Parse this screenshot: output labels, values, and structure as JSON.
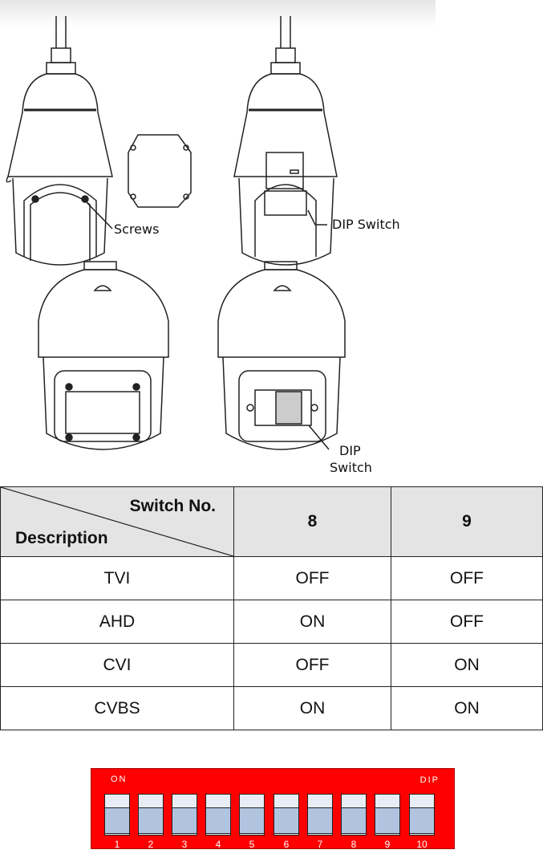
{
  "figure": {
    "label_screws": "Screws",
    "label_dip_switch_top": "DIP Switch",
    "label_dip_switch_bottom_line1": "DIP",
    "label_dip_switch_bottom_line2": "Switch"
  },
  "table": {
    "header_switch_no": "Switch No.",
    "header_description": "Description",
    "columns": [
      "8",
      "9"
    ],
    "rows": [
      {
        "description": "TVI",
        "values": [
          "OFF",
          "OFF"
        ]
      },
      {
        "description": "AHD",
        "values": [
          "ON",
          "OFF"
        ]
      },
      {
        "description": "CVI",
        "values": [
          "OFF",
          "ON"
        ]
      },
      {
        "description": "CVBS",
        "values": [
          "ON",
          "ON"
        ]
      }
    ]
  },
  "dip": {
    "on_label": "ON",
    "dip_label": "DIP",
    "numbers": [
      "1",
      "2",
      "3",
      "4",
      "5",
      "6",
      "7",
      "8",
      "9",
      "10"
    ],
    "body_color": "#ff0000",
    "switch_color": "#b0c4e0"
  }
}
